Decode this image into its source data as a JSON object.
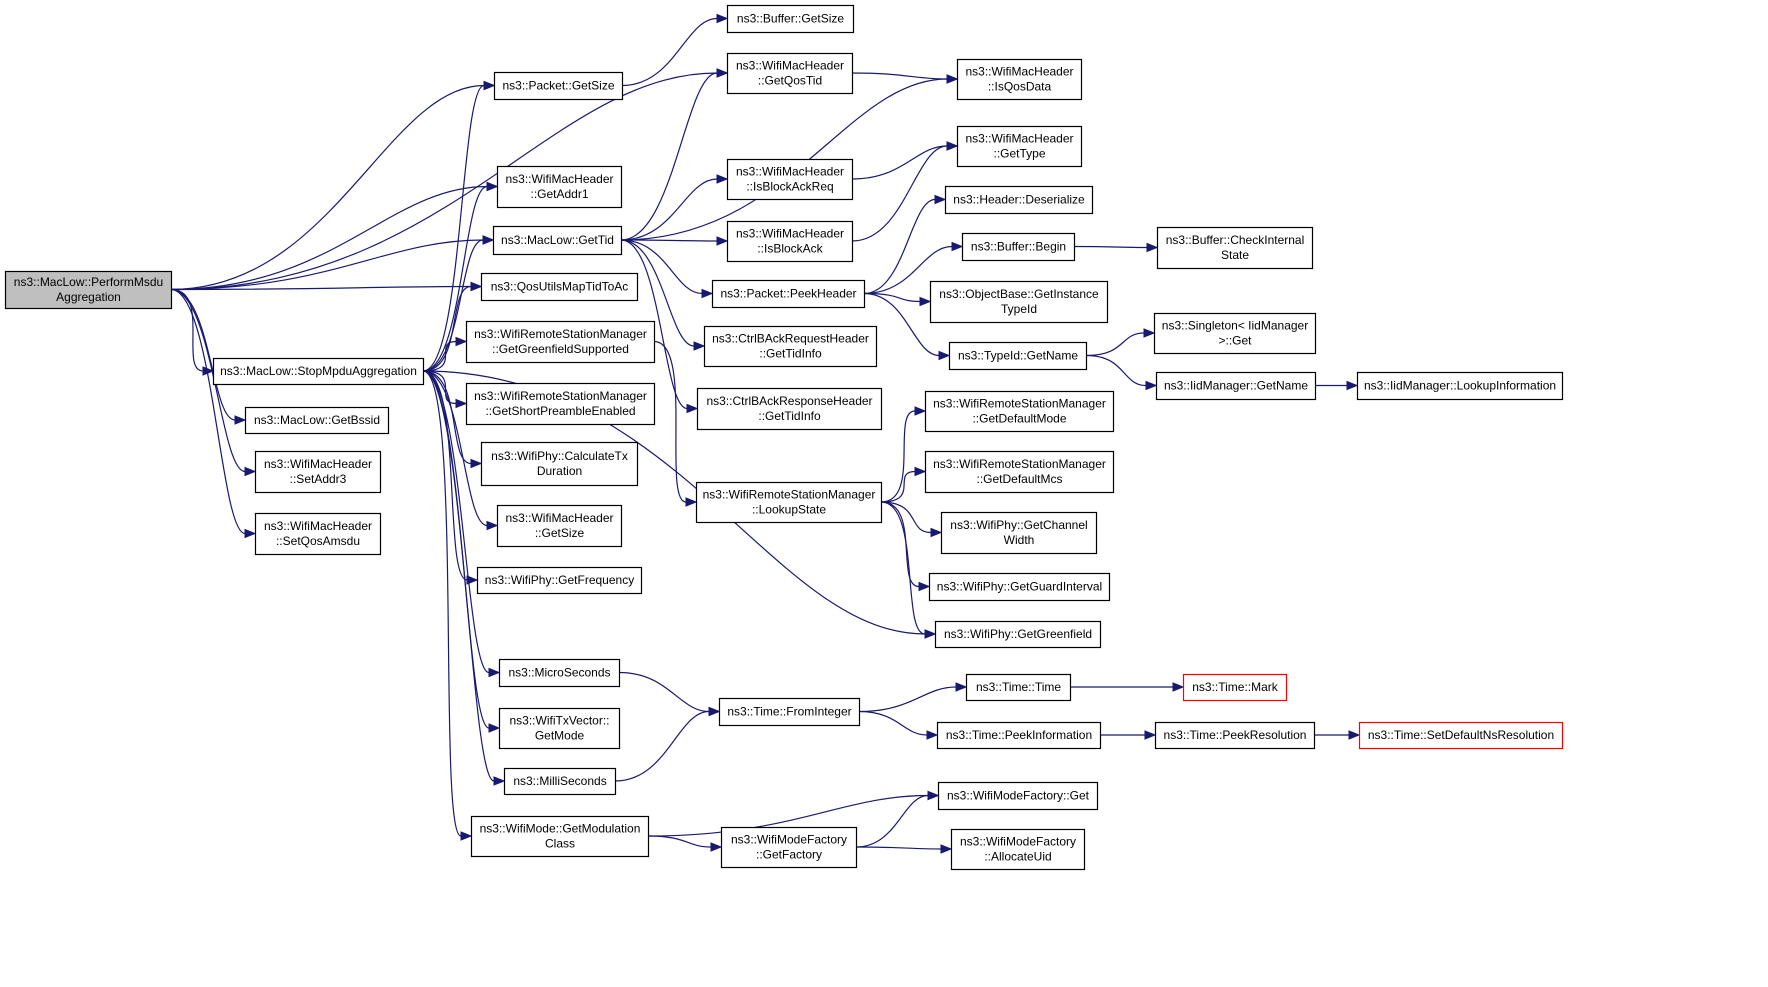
{
  "diagram": {
    "title": "",
    "colors": {
      "edge": "#191970",
      "root_fill": "#bfbfbf",
      "node_fill": "#ffffff",
      "missing_border": "#ff0000"
    },
    "nodes": [
      {
        "id": "n0",
        "lines": [
          "ns3::MacLow::PerformMsdu",
          "Aggregation"
        ],
        "style": "root"
      },
      {
        "id": "n1",
        "lines": [
          "ns3::Packet::GetSize"
        ]
      },
      {
        "id": "n2",
        "lines": [
          "ns3::Buffer::GetSize"
        ]
      },
      {
        "id": "n3",
        "lines": [
          "ns3::WifiMacHeader",
          "::GetQosTid"
        ]
      },
      {
        "id": "n4",
        "lines": [
          "ns3::WifiMacHeader",
          "::IsQosData"
        ]
      },
      {
        "id": "n5",
        "lines": [
          "ns3::WifiMacHeader",
          "::GetAddr1"
        ]
      },
      {
        "id": "n6",
        "lines": [
          "ns3::WifiMacHeader",
          "::GetType"
        ]
      },
      {
        "id": "n7",
        "lines": [
          "ns3::WifiMacHeader",
          "::IsBlockAckReq"
        ]
      },
      {
        "id": "n8",
        "lines": [
          "ns3::Header::Deserialize"
        ]
      },
      {
        "id": "n9",
        "lines": [
          "ns3::MacLow::GetTid"
        ]
      },
      {
        "id": "n10",
        "lines": [
          "ns3::WifiMacHeader",
          "::IsBlockAck"
        ]
      },
      {
        "id": "n11",
        "lines": [
          "ns3::Buffer::Begin"
        ]
      },
      {
        "id": "n12",
        "lines": [
          "ns3::Buffer::CheckInternal",
          "State"
        ]
      },
      {
        "id": "n13",
        "lines": [
          "ns3::QosUtilsMapTidToAc"
        ]
      },
      {
        "id": "n14",
        "lines": [
          "ns3::Packet::PeekHeader"
        ]
      },
      {
        "id": "n15",
        "lines": [
          "ns3::ObjectBase::GetInstance",
          "TypeId"
        ]
      },
      {
        "id": "n16",
        "lines": [
          "ns3::WifiRemoteStationManager",
          "::GetGreenfieldSupported"
        ]
      },
      {
        "id": "n17",
        "lines": [
          "ns3::CtrlBAckRequestHeader",
          "::GetTidInfo"
        ]
      },
      {
        "id": "n18",
        "lines": [
          "ns3::Singleton< IidManager",
          ">::Get"
        ]
      },
      {
        "id": "n19",
        "lines": [
          "ns3::TypeId::GetName"
        ]
      },
      {
        "id": "n20",
        "lines": [
          "ns3::MacLow::StopMpduAggregation"
        ]
      },
      {
        "id": "n21",
        "lines": [
          "ns3::IidManager::GetName"
        ]
      },
      {
        "id": "n22",
        "lines": [
          "ns3::IidManager::LookupInformation"
        ]
      },
      {
        "id": "n23",
        "lines": [
          "ns3::WifiRemoteStationManager",
          "::GetShortPreambleEnabled"
        ]
      },
      {
        "id": "n24",
        "lines": [
          "ns3::CtrlBAckResponseHeader",
          "::GetTidInfo"
        ]
      },
      {
        "id": "n25",
        "lines": [
          "ns3::MacLow::GetBssid"
        ]
      },
      {
        "id": "n26",
        "lines": [
          "ns3::WifiRemoteStationManager",
          "::GetDefaultMode"
        ]
      },
      {
        "id": "n27",
        "lines": [
          "ns3::WifiPhy::CalculateTx",
          "Duration"
        ]
      },
      {
        "id": "n28",
        "lines": [
          "ns3::WifiMacHeader",
          "::SetAddr3"
        ]
      },
      {
        "id": "n29",
        "lines": [
          "ns3::WifiRemoteStationManager",
          "::GetDefaultMcs"
        ]
      },
      {
        "id": "n30",
        "lines": [
          "ns3::WifiRemoteStationManager",
          "::LookupState"
        ]
      },
      {
        "id": "n31",
        "lines": [
          "ns3::WifiMacHeader",
          "::GetSize"
        ]
      },
      {
        "id": "n32",
        "lines": [
          "ns3::WifiPhy::GetChannel",
          "Width"
        ]
      },
      {
        "id": "n33",
        "lines": [
          "ns3::WifiMacHeader",
          "::SetQosAmsdu"
        ]
      },
      {
        "id": "n34",
        "lines": [
          "ns3::WifiPhy::GetFrequency"
        ]
      },
      {
        "id": "n35",
        "lines": [
          "ns3::WifiPhy::GetGuardInterval"
        ]
      },
      {
        "id": "n36",
        "lines": [
          "ns3::WifiPhy::GetGreenfield"
        ]
      },
      {
        "id": "n37",
        "lines": [
          "ns3::MicroSeconds"
        ]
      },
      {
        "id": "n38",
        "lines": [
          "ns3::Time::Time"
        ]
      },
      {
        "id": "n39",
        "lines": [
          "ns3::Time::Mark"
        ],
        "style": "missing"
      },
      {
        "id": "n40",
        "lines": [
          "ns3::Time::FromInteger"
        ]
      },
      {
        "id": "n41",
        "lines": [
          "ns3::WifiTxVector::",
          "GetMode"
        ]
      },
      {
        "id": "n42",
        "lines": [
          "ns3::Time::PeekInformation"
        ]
      },
      {
        "id": "n43",
        "lines": [
          "ns3::Time::PeekResolution"
        ]
      },
      {
        "id": "n44",
        "lines": [
          "ns3::Time::SetDefaultNsResolution"
        ],
        "style": "missing"
      },
      {
        "id": "n45",
        "lines": [
          "ns3::MilliSeconds"
        ]
      },
      {
        "id": "n46",
        "lines": [
          "ns3::WifiModeFactory::Get"
        ]
      },
      {
        "id": "n47",
        "lines": [
          "ns3::WifiMode::GetModulation",
          "Class"
        ]
      },
      {
        "id": "n48",
        "lines": [
          "ns3::WifiModeFactory",
          "::GetFactory"
        ]
      },
      {
        "id": "n49",
        "lines": [
          "ns3::WifiModeFactory",
          "::AllocateUid"
        ]
      }
    ],
    "edges": [
      [
        "n0",
        "n1"
      ],
      [
        "n0",
        "n3"
      ],
      [
        "n0",
        "n5"
      ],
      [
        "n0",
        "n9"
      ],
      [
        "n0",
        "n13"
      ],
      [
        "n0",
        "n20"
      ],
      [
        "n0",
        "n25"
      ],
      [
        "n0",
        "n28"
      ],
      [
        "n0",
        "n33"
      ],
      [
        "n1",
        "n2"
      ],
      [
        "n3",
        "n4"
      ],
      [
        "n9",
        "n3"
      ],
      [
        "n9",
        "n4"
      ],
      [
        "n9",
        "n7"
      ],
      [
        "n9",
        "n10"
      ],
      [
        "n9",
        "n14"
      ],
      [
        "n9",
        "n17"
      ],
      [
        "n9",
        "n24"
      ],
      [
        "n7",
        "n6"
      ],
      [
        "n10",
        "n6"
      ],
      [
        "n14",
        "n8"
      ],
      [
        "n14",
        "n11"
      ],
      [
        "n14",
        "n15"
      ],
      [
        "n14",
        "n19"
      ],
      [
        "n11",
        "n12"
      ],
      [
        "n19",
        "n18"
      ],
      [
        "n19",
        "n21"
      ],
      [
        "n21",
        "n22"
      ],
      [
        "n20",
        "n1"
      ],
      [
        "n20",
        "n5"
      ],
      [
        "n20",
        "n9"
      ],
      [
        "n20",
        "n13"
      ],
      [
        "n20",
        "n16"
      ],
      [
        "n20",
        "n23"
      ],
      [
        "n20",
        "n27"
      ],
      [
        "n20",
        "n31"
      ],
      [
        "n20",
        "n34"
      ],
      [
        "n20",
        "n36"
      ],
      [
        "n20",
        "n37"
      ],
      [
        "n20",
        "n41"
      ],
      [
        "n20",
        "n45"
      ],
      [
        "n20",
        "n47"
      ],
      [
        "n16",
        "n30"
      ],
      [
        "n30",
        "n26"
      ],
      [
        "n30",
        "n29"
      ],
      [
        "n30",
        "n32"
      ],
      [
        "n30",
        "n35"
      ],
      [
        "n30",
        "n36"
      ],
      [
        "n37",
        "n40"
      ],
      [
        "n45",
        "n40"
      ],
      [
        "n40",
        "n38"
      ],
      [
        "n40",
        "n42"
      ],
      [
        "n38",
        "n39"
      ],
      [
        "n42",
        "n43"
      ],
      [
        "n43",
        "n44"
      ],
      [
        "n47",
        "n46"
      ],
      [
        "n47",
        "n48"
      ],
      [
        "n48",
        "n46"
      ],
      [
        "n48",
        "n49"
      ]
    ]
  }
}
